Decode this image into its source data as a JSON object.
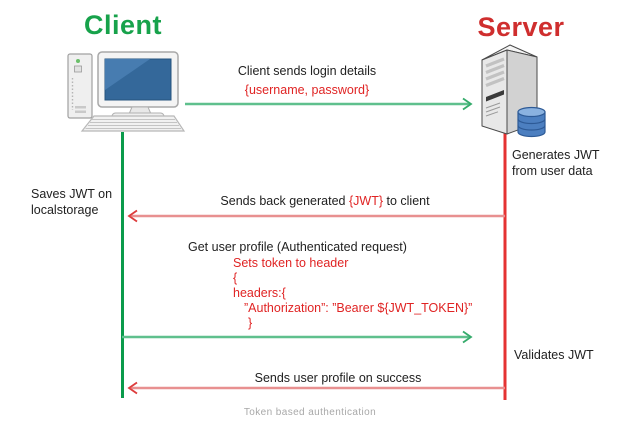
{
  "colors": {
    "client_green": "#17a24b",
    "server_red": "#cf2e2e",
    "accent_red_text": "#e02424",
    "vertical_green": "#0a9b4b",
    "vertical_red": "#e53232",
    "arrow_green": "#5fc08d",
    "arrow_red": "#e89090",
    "arrowhead_green": "#35ab6b",
    "arrowhead_red": "#dd3b3b",
    "text_black": "#212121",
    "caption_gray": "#a8a8a8"
  },
  "client": {
    "title": "Client",
    "icon": "desktop-computer-icon",
    "note_line1": "Saves JWT on",
    "note_line2": "localstorage"
  },
  "server": {
    "title": "Server",
    "icon": "server-tower-icon",
    "database_icon": "database-icon",
    "generates_line1": "Generates JWT",
    "generates_line2": "from user data",
    "validates": "Validates JWT"
  },
  "messages": {
    "login_title": "Client sends login details",
    "login_payload": "{username, password}",
    "jwt_back_pre": "Sends back generated ",
    "jwt_back_token": "{JWT}",
    "jwt_back_post": " to client",
    "profile_request": "Get user profile (Authenticated request)",
    "code_line1": "Sets token to header",
    "code_line2": "{",
    "code_line3": "headers:{",
    "code_line4": "”Authorization”: ”Bearer ${JWT_TOKEN}”",
    "code_line5": "}",
    "profile_response": "Sends user profile on success"
  },
  "caption": "Token based authentication"
}
